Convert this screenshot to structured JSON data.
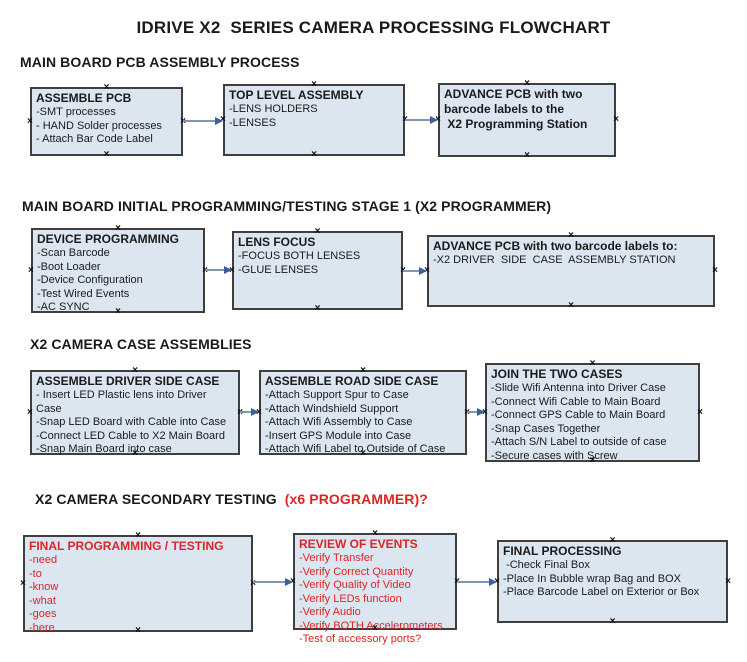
{
  "title": "IDRIVE X2  SERIES CAMERA PROCESSING FLOWCHART",
  "icons": {
    "connector_handle": "×"
  },
  "colors": {
    "background": "#ffffff",
    "box_fill": "#dce6f1",
    "box_border": "#3f3f3f",
    "text_black": "#1a1a1a",
    "text_red": "#dd2525",
    "arrow_line": "#8296b4",
    "arrow_head": "#3d5e9e",
    "handle": "#111111"
  },
  "sections": [
    {
      "header": "MAIN BOARD PCB ASSEMBLY PROCESS",
      "boxes": [
        {
          "title": "ASSEMBLE PCB",
          "items": [
            "-SMT processes",
            "- HAND Solder processes",
            "- Attach Bar Code Label"
          ]
        },
        {
          "title": "TOP LEVEL ASSEMBLY",
          "items": [
            "-LENS HOLDERS",
            "-LENSES"
          ]
        },
        {
          "title_lines": [
            "ADVANCE PCB with two",
            "barcode labels to the",
            " X2 Programming Station"
          ]
        }
      ]
    },
    {
      "header": "MAIN BOARD INITIAL PROGRAMMING/TESTING STAGE 1 (X2 PROGRAMMER)",
      "boxes": [
        {
          "title": "DEVICE PROGRAMMING",
          "items": [
            "-Scan Barcode",
            "-Boot Loader",
            "-Device Configuration",
            "-Test Wired Events",
            "-AC SYNC"
          ]
        },
        {
          "title": "LENS FOCUS",
          "items": [
            "-FOCUS BOTH LENSES",
            "-GLUE LENSES"
          ]
        },
        {
          "title": "ADVANCE PCB with two barcode labels to:",
          "items": [
            "-X2 DRIVER  SIDE  CASE  ASSEMBLY STATION"
          ]
        }
      ]
    },
    {
      "header": "X2 CAMERA CASE ASSEMBLIES",
      "boxes": [
        {
          "title": "ASSEMBLE DRIVER SIDE CASE",
          "items": [
            "- Insert LED Plastic lens into Driver Case",
            "-Snap LED Board with Cable into Case",
            "-Connect LED Cable to X2 Main Board",
            "-Snap Main Board into case"
          ]
        },
        {
          "title": "ASSEMBLE ROAD SIDE CASE",
          "items": [
            "-Attach Support Spur to Case",
            "-Attach Windshield Support",
            "-Attach Wifi Assembly to Case",
            "-Insert GPS Module into Case",
            "-Attach Wifi Label to Outside of Case"
          ]
        },
        {
          "title": "JOIN THE TWO CASES",
          "items": [
            "-Slide Wifi Antenna into Driver Case",
            "-Connect Wifi Cable to Main Board",
            "-Connect GPS Cable to Main Board",
            "-Snap Cases Together",
            "-Attach S/N Label to outside of case",
            "-Secure cases with Screw"
          ]
        }
      ]
    },
    {
      "header": "X2 CAMERA SECONDARY TESTING  ",
      "header_suffix": "(x6 PROGRAMMER)?",
      "boxes": [
        {
          "title": "FINAL PROGRAMMING / TESTING",
          "items": [
            "-need",
            "-to",
            "-know",
            "-what",
            "-goes",
            "-here"
          ]
        },
        {
          "title": "REVIEW OF EVENTS",
          "items": [
            "-Verify Transfer",
            "-Verify Correct Quantity",
            "-Verify Quality of Video",
            "-Verify LEDs function",
            "-Verify Audio",
            "-Verify BOTH Accelerometers",
            "-Test of accessory ports?"
          ]
        },
        {
          "title": "FINAL PROCESSING",
          "items": [
            " -Check Final Box",
            "-Place In Bubble wrap Bag and BOX",
            "-Place Barcode Label on Exterior or Box"
          ]
        }
      ]
    }
  ]
}
